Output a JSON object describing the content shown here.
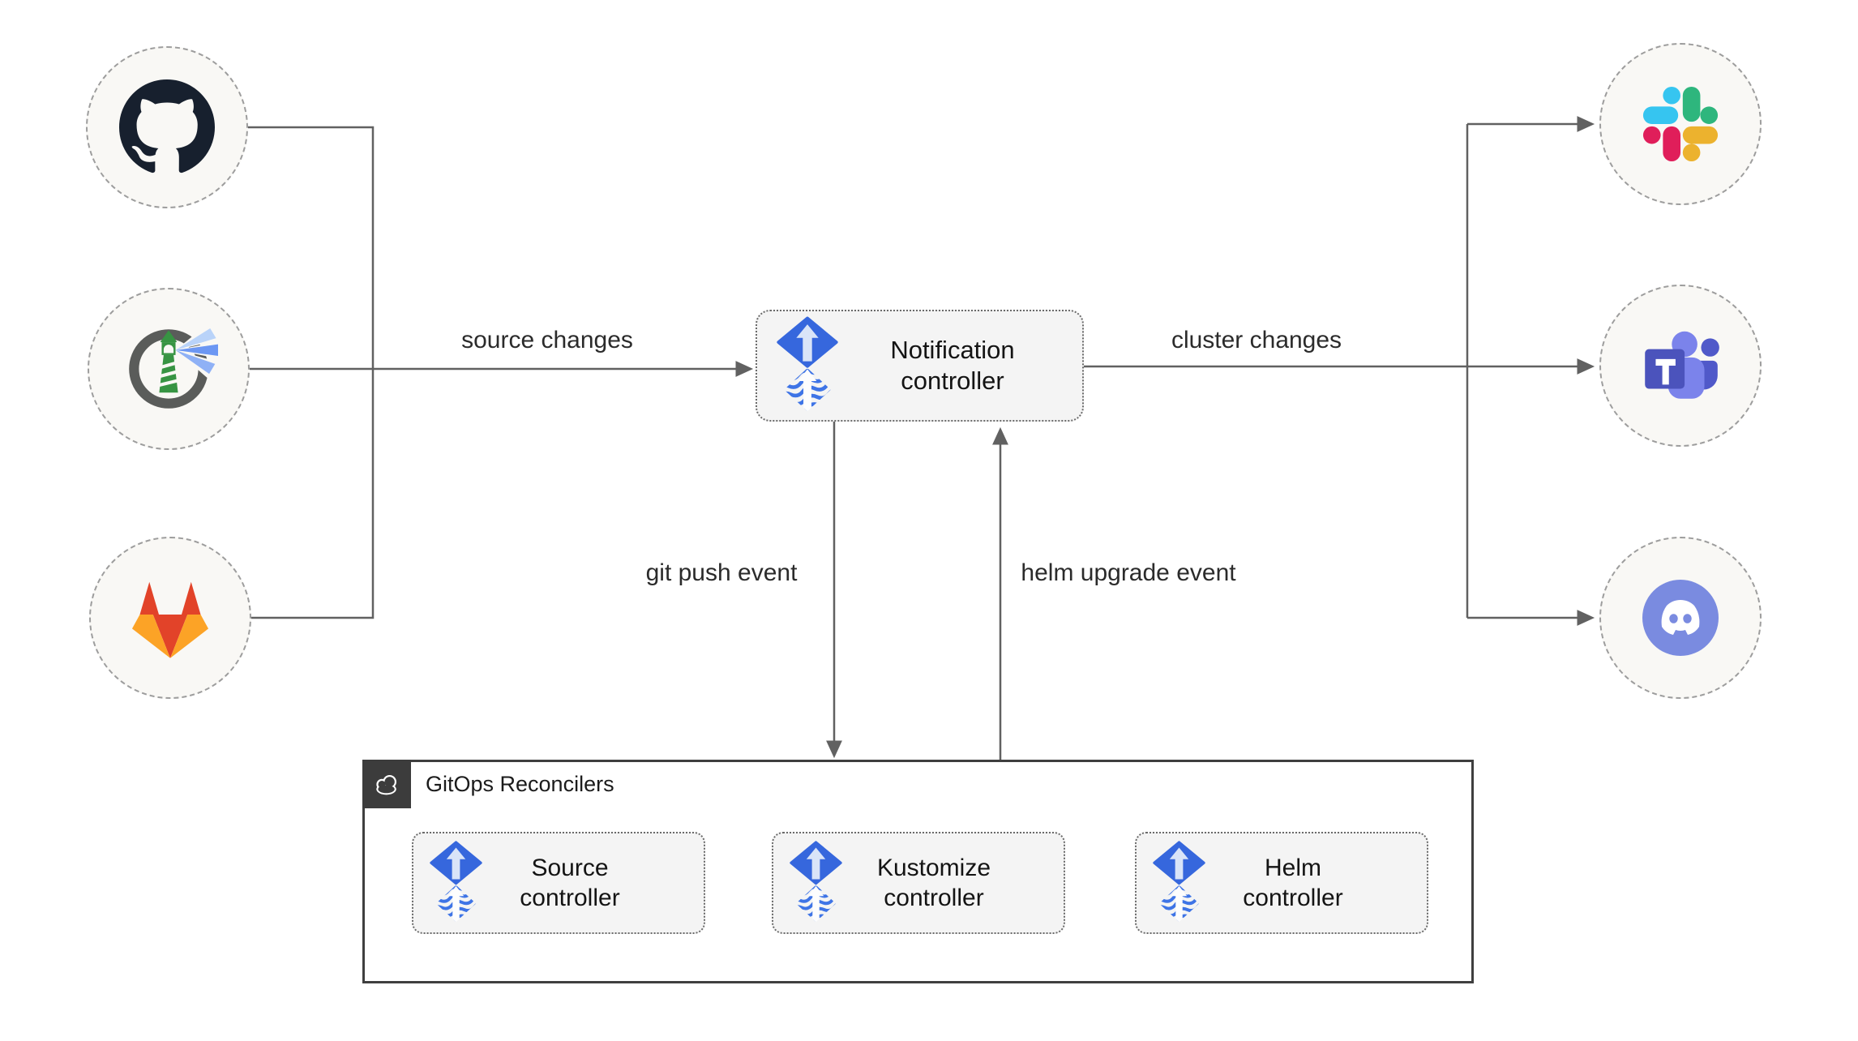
{
  "edges": {
    "source_changes": "source changes",
    "cluster_changes": "cluster changes",
    "git_push_event": "git push event",
    "helm_upgrade_event": "helm upgrade event"
  },
  "nodes": {
    "notification_controller": "Notification controller",
    "source_controller": "Source controller",
    "kustomize_controller": "Kustomize controller",
    "helm_controller": "Helm controller"
  },
  "container": {
    "gitops_reconcilers": "GitOps Reconcilers"
  },
  "icons": {
    "left_sources": [
      "github-icon",
      "harbor-icon",
      "gitlab-icon"
    ],
    "right_targets": [
      "slack-icon",
      "ms-teams-icon",
      "discord-icon"
    ],
    "controller_icon": "flux-icon",
    "container_icon": "cloud-icon"
  },
  "colors": {
    "background": "#ffffff",
    "connector": "#616161",
    "node_fill": "#f9f8f5",
    "box_fill": "#f4f4f4",
    "container_border": "#3f3f3f",
    "header_fill": "#3c3c3c",
    "text": "#1b1b1b",
    "flux_blue": "#3667dd",
    "github_dark": "#17202e",
    "gitlab_red": "#e24329",
    "gitlab_orange": "#fca326",
    "harbor_green": "#379443",
    "slack_blue": "#36c5f0",
    "slack_green": "#2eb67d",
    "slack_red": "#e01e5a",
    "slack_yellow": "#ecb22e",
    "teams_purple": "#4b53bc",
    "discord_blurple": "#7a8be0"
  }
}
